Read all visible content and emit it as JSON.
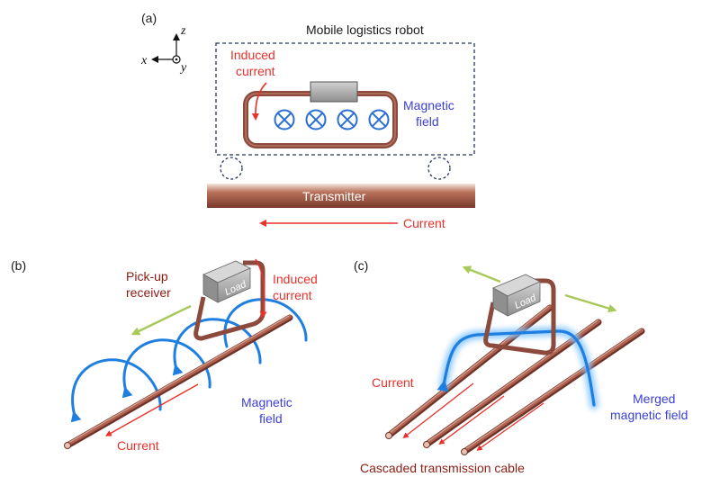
{
  "colors": {
    "cable": "#8b4a3c",
    "cable_light": "#c78670",
    "field_blue": "#1f7fe0",
    "label_red": "#e8312a",
    "label_dark_red": "#8c1c13",
    "label_blue": "#3b3fd6",
    "arrow_green": "#a8c95a",
    "box_dash": "#26365e",
    "load_box": "#a6a6a6"
  },
  "icons": [
    "axis-triad-icon",
    "field-into-page-icon",
    "load-box-icon",
    "wheel-icon"
  ],
  "panel_a": {
    "tag": "(a)",
    "axes": {
      "x": "x",
      "y": "y",
      "z": "z"
    },
    "title": "Mobile logistics robot",
    "induced_current": [
      "Induced",
      "current"
    ],
    "magnetic_field": [
      "Magnetic",
      "field"
    ],
    "transmitter": "Transmitter",
    "current": "Current"
  },
  "panel_b": {
    "tag": "(b)",
    "pickup_receiver": [
      "Pick-up",
      "receiver"
    ],
    "induced_current": [
      "Induced",
      "current"
    ],
    "load": "Load",
    "magnetic_field": [
      "Magnetic",
      "field"
    ],
    "current": "Current"
  },
  "panel_c": {
    "tag": "(c)",
    "load": "Load",
    "current": "Current",
    "merged_field": [
      "Merged",
      "magnetic field"
    ],
    "caption": "Cascaded transmission cable"
  }
}
